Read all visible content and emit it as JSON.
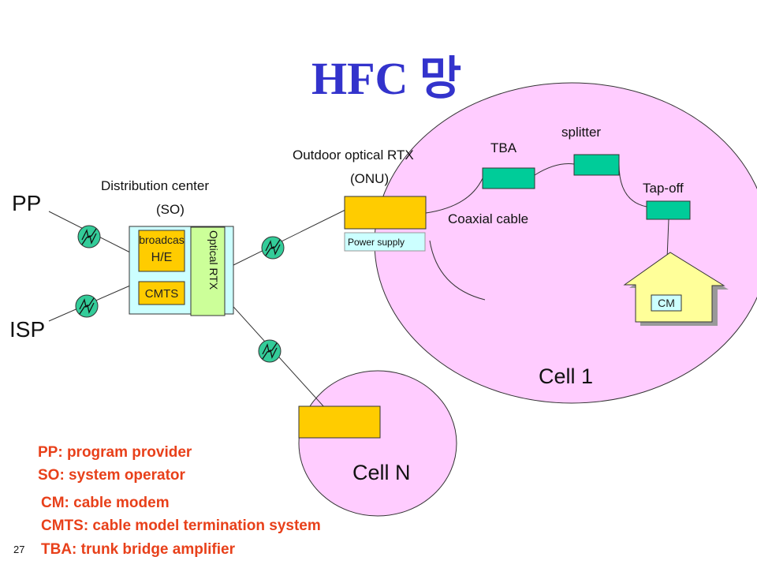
{
  "title": "HFC 망",
  "page_number": "27",
  "labels": {
    "pp": "PP",
    "isp": "ISP",
    "distribution_center": "Distribution center",
    "so": "(SO)",
    "broadcast": "broadcas",
    "he": "H/E",
    "cmts": "CMTS",
    "optical_rtx": "Optical RTX",
    "outdoor_optical_rtx": "Outdoor optical RTX",
    "onu": "(ONU)",
    "power_supply": "Power supply",
    "tba": "TBA",
    "splitter": "splitter",
    "tap_off": "Tap-off",
    "coaxial_cable": "Coaxial cable",
    "cm": "CM",
    "cell_1": "Cell 1",
    "cell_n": "Cell N"
  },
  "legend": [
    "PP: program provider",
    "SO: system operator",
    "CM: cable modem",
    "CMTS: cable model termination system",
    "TBA: trunk bridge amplifier"
  ],
  "colors": {
    "title": "#3333cc",
    "legend": "#e8401a",
    "cell_fill": "#ffccff",
    "device_green": "#00cc99",
    "device_orange": "#ffcc00",
    "light_cyan": "#ccffff",
    "light_green": "#ccff99",
    "router_green": "#33cc99"
  }
}
